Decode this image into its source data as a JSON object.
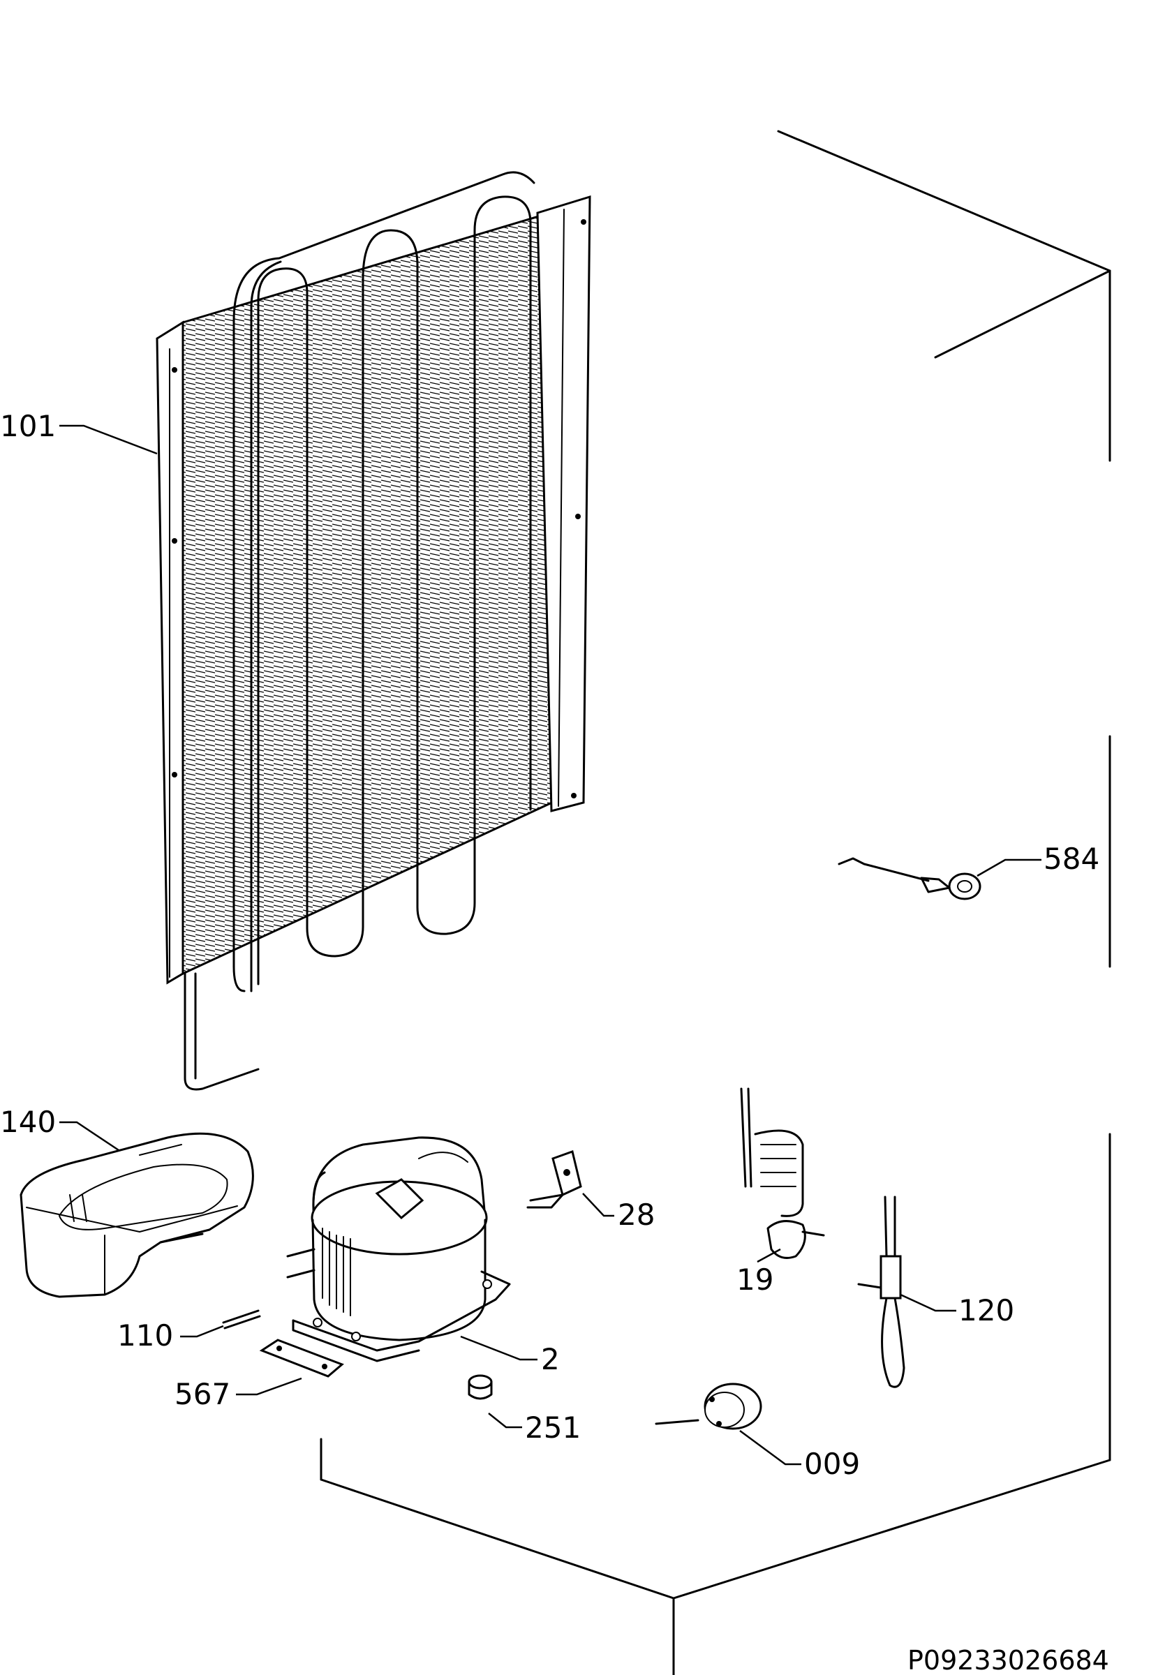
{
  "diagram": {
    "document_id": "P09233026684",
    "callouts": {
      "c101": "101",
      "c584": "584",
      "c140": "140",
      "c28": "28",
      "c19": "19",
      "c120": "120",
      "c110": "110",
      "c2": "2",
      "c567": "567",
      "c251": "251",
      "c009": "009"
    }
  }
}
